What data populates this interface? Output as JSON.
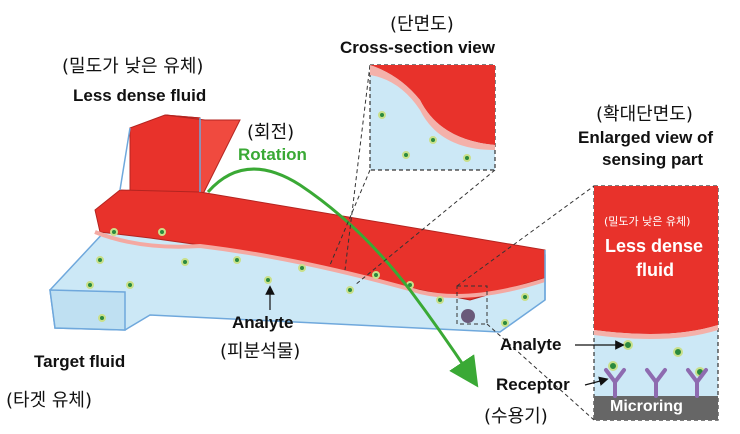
{
  "labels": {
    "less_dense_ko": "(밀도가 낮은 유체)",
    "less_dense_en": "Less dense fluid",
    "rotation_ko": "(회전)",
    "rotation_en": "Rotation",
    "cross_section_ko": "(단면도)",
    "cross_section_en": "Cross-section view",
    "enlarged_ko": "(확대단면도)",
    "enlarged_en_line1": "Enlarged view of",
    "enlarged_en_line2": "sensing part",
    "inner_less_dense_ko": "(밀도가 낮은 유체)",
    "inner_less_dense_en_line1": "Less dense",
    "inner_less_dense_en_line2": "fluid",
    "analyte_en": "Analyte",
    "analyte_ko": "(피분석물)",
    "target_fluid_en": "Target fluid",
    "target_fluid_ko": "(타겟 유체)",
    "analyte_right": "Analyte",
    "receptor_en": "Receptor",
    "receptor_ko": "(수용기)",
    "microring": "Microring"
  },
  "colors": {
    "dense_red": "#e8322b",
    "light_blue": "#cce8f6",
    "channel_edge": "#6fa8dc",
    "rotation_green": "#3aa935",
    "receptor_purple": "#8e6bb0",
    "microring_gray": "#666666"
  }
}
